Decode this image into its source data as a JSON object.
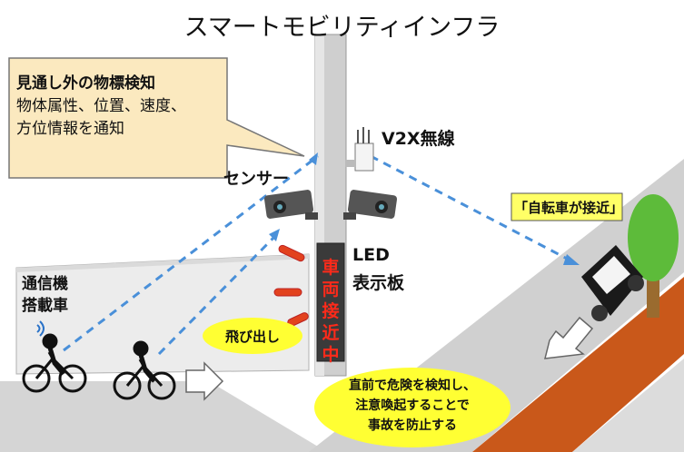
{
  "title": "スマートモビリティインフラ",
  "callout": {
    "heading": "見通し外の物標検知",
    "lines": [
      "物体属性、位置、速度、",
      "方位情報を通知"
    ]
  },
  "labels": {
    "v2x": "V2X無線",
    "sensor": "センサー",
    "led_line1": "LED",
    "led_line2": "表示板",
    "vehicle_line1": "通信機",
    "vehicle_line2": "搭載車",
    "bicycle_approach": "「自転車が接近」",
    "dash_out": "飛び出し"
  },
  "led_display": [
    "車",
    "両",
    "接",
    "近",
    "中"
  ],
  "note": {
    "lines": [
      "直前で危険を検知し、",
      "注意喚起することで",
      "事故を防止する"
    ]
  },
  "colors": {
    "arrow_blue": "#4a90d9",
    "callout_fill": "#fbe9bf",
    "oval_yellow": "#ffff33",
    "bike_lane": "#c9581a",
    "led_text": "#ff2a1a",
    "tree_green": "#5dbb3a"
  }
}
